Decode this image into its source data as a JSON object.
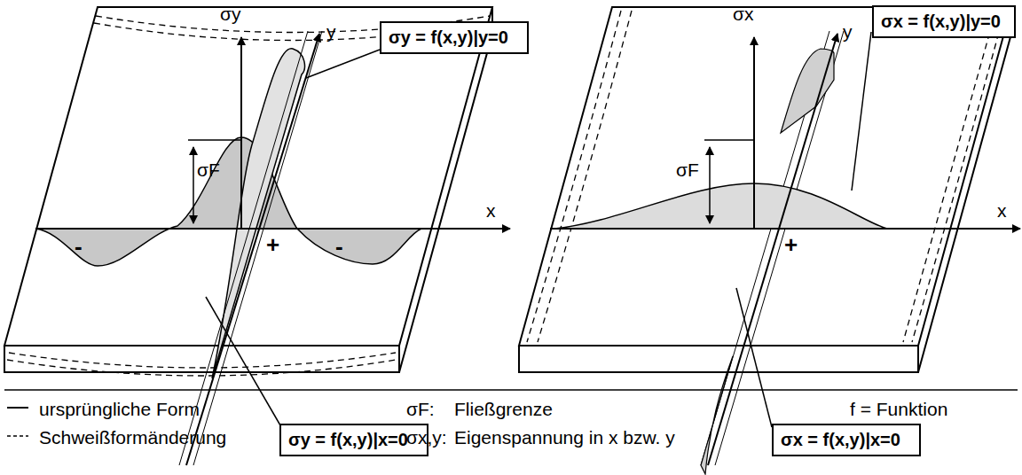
{
  "diagram": {
    "nodes": [
      {
        "text": [
          "σy = f(x,y)|y=0"
        ]
      },
      {
        "text": [
          "σy = f(x,y)|x=0"
        ]
      },
      {
        "text": [
          "σx = f(x,y)|y=0"
        ]
      },
      {
        "text": [
          "σx = f(x,y)|x=0"
        ]
      }
    ],
    "labels": [
      "σy",
      "y",
      "σF",
      "x",
      "+",
      "-",
      "-",
      "σx",
      "y",
      "σF",
      "x",
      "+",
      "σF:",
      "Fließgrenze",
      "σx,y:",
      "Eigenspannung in x bzw. y",
      "f = Funktion"
    ],
    "legend": [
      {
        "text": "ursprüngliche Form"
      },
      {
        "text": "Schweißformänderung"
      }
    ]
  }
}
